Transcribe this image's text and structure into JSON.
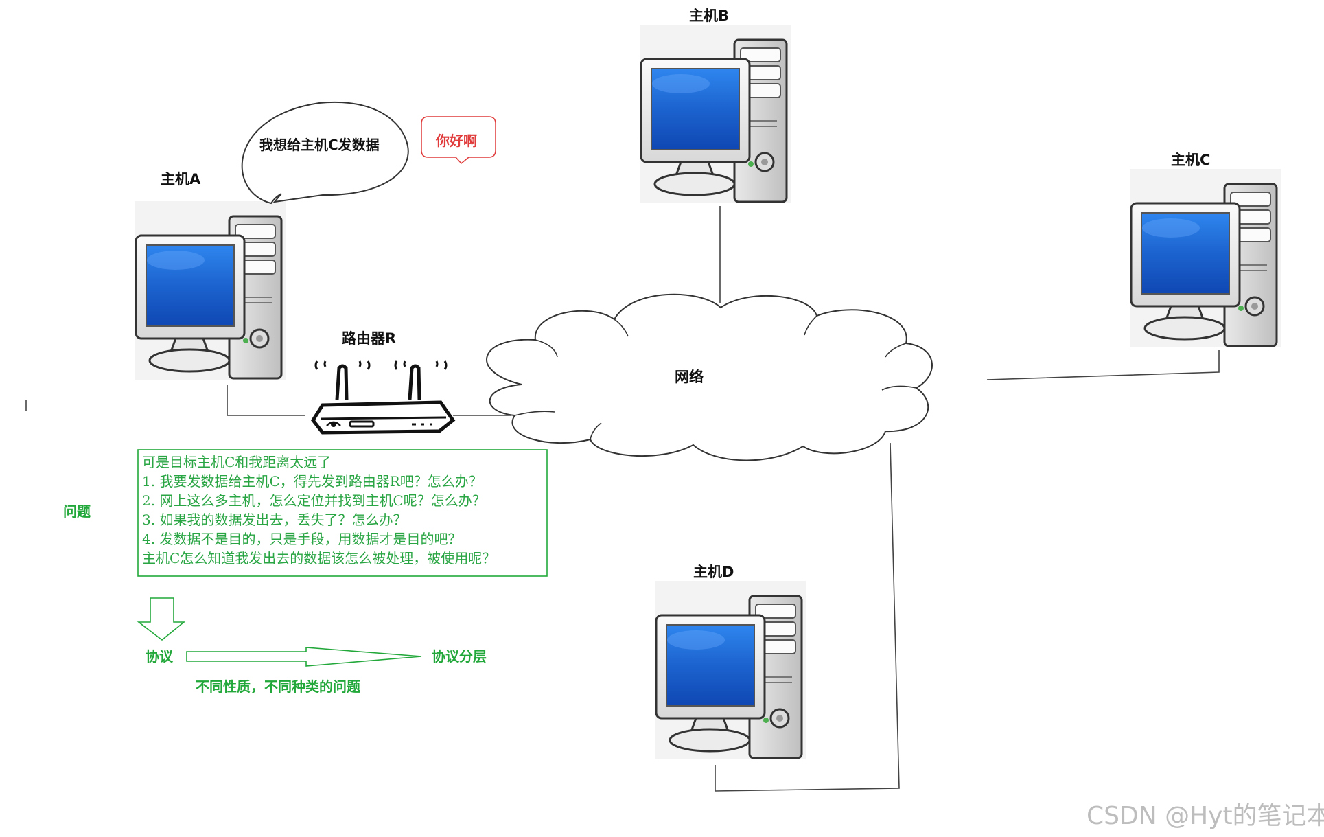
{
  "hosts": {
    "a": {
      "label": "主机A"
    },
    "b": {
      "label": "主机B"
    },
    "c": {
      "label": "主机C"
    },
    "d": {
      "label": "主机D"
    }
  },
  "router": {
    "label": "路由器R"
  },
  "network": {
    "label": "网络"
  },
  "bubble": {
    "text": "我想给主机C发数据"
  },
  "greeting": {
    "text": "你好啊"
  },
  "problem": {
    "label": "问题",
    "lines": [
      "可是目标主机C和我距离太远了",
      "1.  我要发数据给主机C，得先发到路由器R吧？怎么办？",
      "2.  网上这么多主机，怎么定位并找到主机C呢？怎么办？",
      "3.  如果我的数据发出去，丢失了？怎么办？",
      "4.  发数据不是目的，只是手段，用数据才是目的吧？",
      "     主机C怎么知道我发出去的数据该怎么被处理，被使用呢？"
    ]
  },
  "flow": {
    "protocol": "协议",
    "layering": "协议分层",
    "note": "不同性质，不同种类的问题"
  },
  "watermark": "CSDN @Hyt的笔记本",
  "colors": {
    "green": "#22a83a",
    "red": "#e03a3a",
    "screen": "#1d6fd6"
  }
}
